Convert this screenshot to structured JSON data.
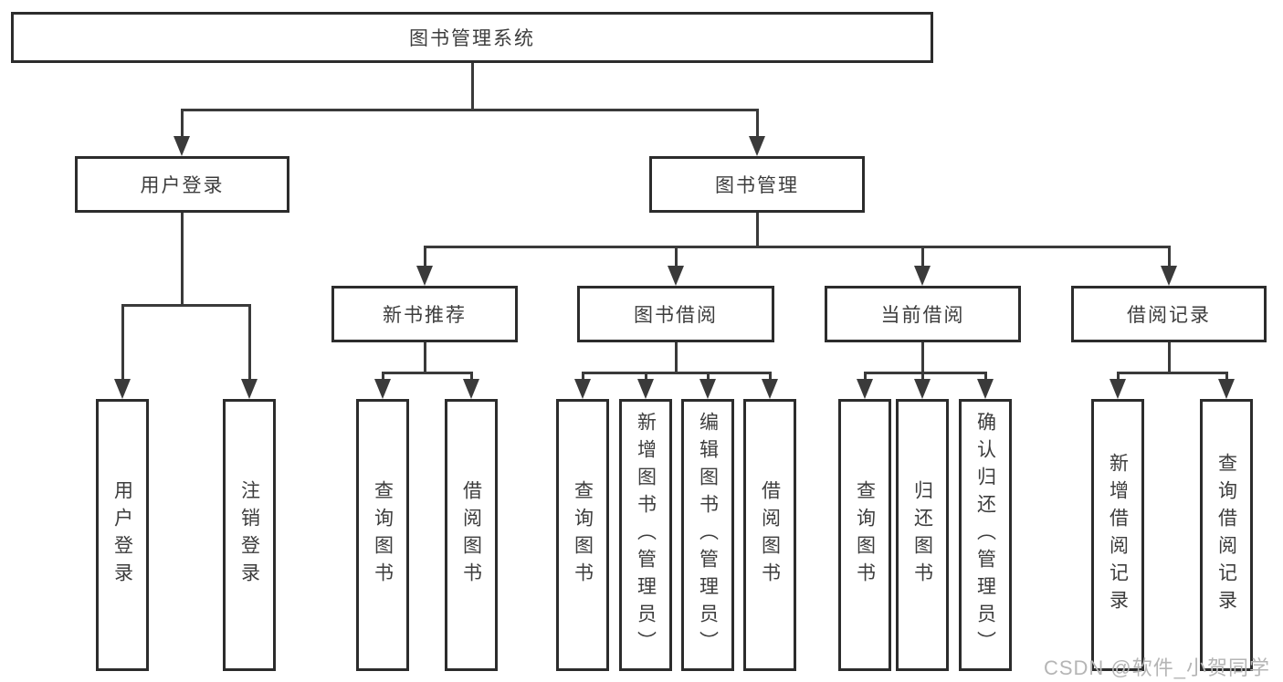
{
  "root": {
    "label": "图书管理系统"
  },
  "user_login": {
    "label": "用户登录",
    "children": [
      {
        "label": "用户登录"
      },
      {
        "label": "注销登录"
      }
    ]
  },
  "book_mgmt": {
    "label": "图书管理",
    "sections": [
      {
        "label": "新书推荐",
        "children": [
          {
            "label": "查询图书"
          },
          {
            "label": "借阅图书"
          }
        ]
      },
      {
        "label": "图书借阅",
        "children": [
          {
            "label": "查询图书"
          },
          {
            "label": "新增图书（管理员）"
          },
          {
            "label": "编辑图书（管理员）"
          },
          {
            "label": "借阅图书"
          }
        ]
      },
      {
        "label": "当前借阅",
        "children": [
          {
            "label": "查询图书"
          },
          {
            "label": "归还图书"
          },
          {
            "label": "确认归还（管理员）"
          }
        ]
      },
      {
        "label": "借阅记录",
        "children": [
          {
            "label": "新增借阅记录"
          },
          {
            "label": "查询借阅记录"
          }
        ]
      }
    ]
  },
  "watermark": {
    "text": "CSDN @软件_小贺同学"
  },
  "colors": {
    "line": "#3a3a3a",
    "border": "#2c2c2c",
    "text": "#3d3d3d",
    "watermark": "#b5b5b5",
    "background": "#ffffff"
  }
}
